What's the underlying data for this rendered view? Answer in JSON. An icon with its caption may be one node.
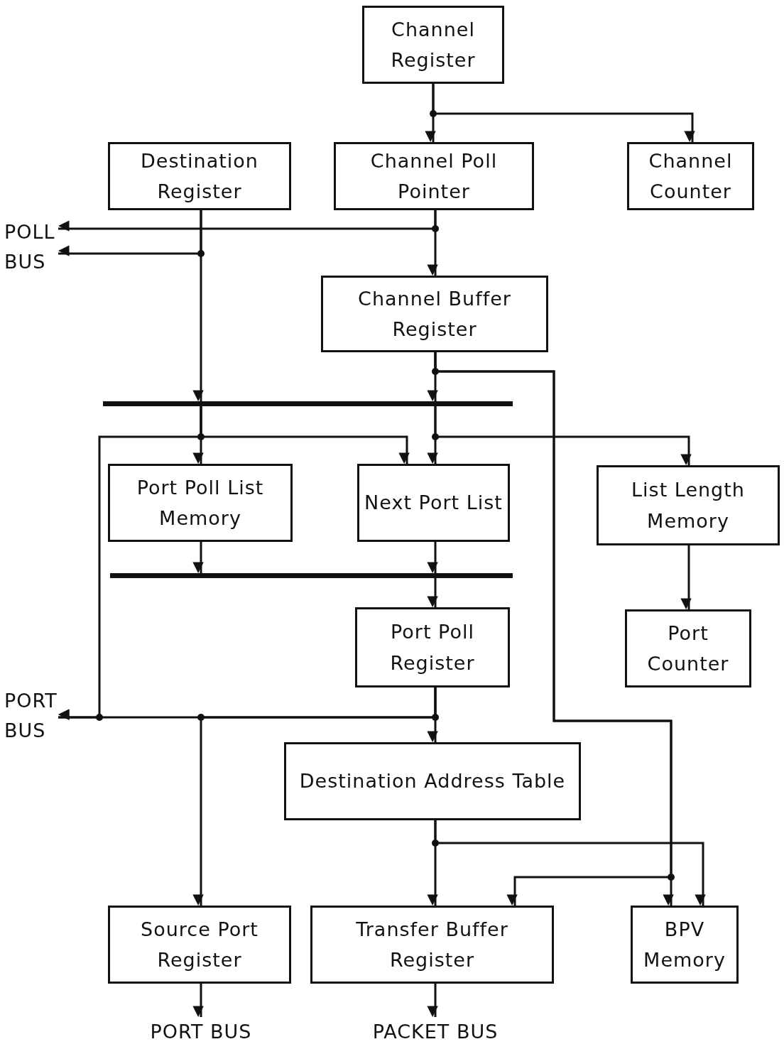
{
  "diagram": {
    "nodes": [
      {
        "text": [
          "Channel Register"
        ]
      },
      {
        "text": [
          "Destination Register"
        ]
      },
      {
        "text": [
          "Channel Poll Pointer"
        ]
      },
      {
        "text": [
          "Channel Counter"
        ]
      },
      {
        "text": [
          "POLL BUS"
        ]
      },
      {
        "text": [
          "Channel Buffer Register"
        ]
      },
      {
        "text": [],
        "shape": "bar"
      },
      {
        "text": [
          "Port Poll List Memory"
        ]
      },
      {
        "text": [
          "Next Port List"
        ]
      },
      {
        "text": [
          "List Length Memory"
        ]
      },
      {
        "text": [],
        "shape": "bar"
      },
      {
        "text": [
          "Port Poll Register"
        ]
      },
      {
        "text": [
          "Port Counter"
        ]
      },
      {
        "text": [
          "PORT BUS"
        ]
      },
      {
        "text": [
          "Destination Address Table"
        ]
      },
      {
        "text": [
          "Source Port Register"
        ]
      },
      {
        "text": [
          "Transfer Buffer Register"
        ]
      },
      {
        "text": [
          "BPV Memory"
        ]
      },
      {
        "text": [
          "PORT BUS"
        ]
      },
      {
        "text": [
          "PACKET BUS"
        ]
      }
    ],
    "edges": [
      {
        "from": 0,
        "to": 2,
        "arrow": "to"
      },
      {
        "from": 0,
        "to": 3,
        "arrow": "to"
      },
      {
        "from": 2,
        "to": 5,
        "arrow": "to"
      },
      {
        "from": 2,
        "to": 4,
        "arrow": "to"
      },
      {
        "from": 1,
        "to": 4,
        "arrow": "to"
      },
      {
        "from": 1,
        "to": 6,
        "arrow": "to"
      },
      {
        "from": 5,
        "to": 6,
        "arrow": "to"
      },
      {
        "from": 5,
        "to": 17,
        "arrow": "to"
      },
      {
        "from": 5,
        "to": 16,
        "arrow": "to"
      },
      {
        "from": 6,
        "to": 7,
        "arrow": "to"
      },
      {
        "from": 6,
        "to": 8,
        "arrow": "to"
      },
      {
        "from": 6,
        "to": 8,
        "arrow": "to"
      },
      {
        "from": 6,
        "to": 9,
        "arrow": "to"
      },
      {
        "from": 6,
        "to": 13,
        "arrow": "to"
      },
      {
        "from": 7,
        "to": 10,
        "arrow": "to"
      },
      {
        "from": 8,
        "to": 10,
        "arrow": "to"
      },
      {
        "from": 10,
        "to": 11,
        "arrow": "to"
      },
      {
        "from": 9,
        "to": 12,
        "arrow": "to"
      },
      {
        "from": 11,
        "to": 14,
        "arrow": "to"
      },
      {
        "from": 11,
        "to": 13,
        "arrow": "to"
      },
      {
        "from": 11,
        "to": 15,
        "arrow": "to"
      },
      {
        "from": 14,
        "to": 16,
        "arrow": "to"
      },
      {
        "from": 14,
        "to": 17,
        "arrow": "to"
      },
      {
        "from": 15,
        "to": 18,
        "arrow": "to"
      },
      {
        "from": 16,
        "to": 19,
        "arrow": "to"
      }
    ]
  }
}
